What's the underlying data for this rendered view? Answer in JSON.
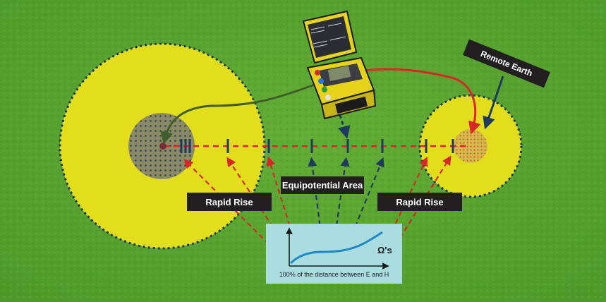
{
  "labels": {
    "rapid_rise_left": "Rapid Rise",
    "equipotential_area": "Equipotential Area",
    "rapid_rise_right": "Rapid Rise",
    "remote_earth": "Remote Earth"
  },
  "graph": {
    "unit_label": "Ω's",
    "caption": "100% of the distance between E and H"
  },
  "colors": {
    "grass": "#5aa332",
    "yellow_zone": "#e2de1c",
    "dark_blue": "#1f3a5f",
    "red": "#d92626",
    "green_wire": "#3f5e2a",
    "label_bg": "#231f20",
    "graph_bg": "#a9dde0",
    "curve": "#1e88c8"
  },
  "icons": {
    "instrument": "ground-resistance-tester-icon"
  }
}
